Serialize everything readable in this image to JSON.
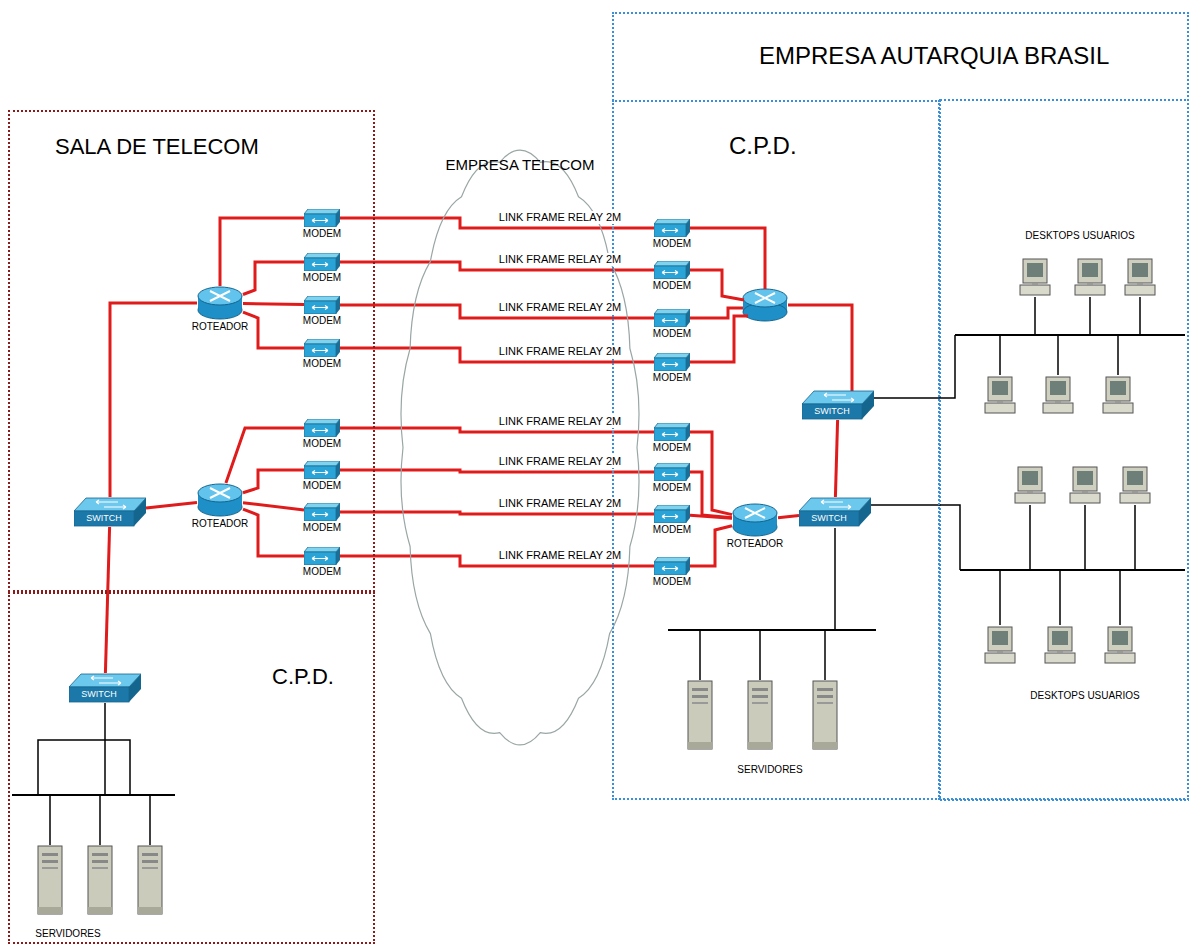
{
  "diagram": {
    "nodes": [
      {
        "text": [
          "SALA DE TELECOM"
        ]
      },
      {
        "text": [
          "C.P.D."
        ]
      },
      {
        "text": [
          "EMPRESA TELECOM"
        ]
      },
      {
        "text": [
          "EMPRESA AUTARQUIA BRASIL"
        ]
      },
      {
        "text": [
          "C.P.D."
        ],
        "in": 3
      },
      {
        "text": [
          "SWITCH"
        ],
        "in": 0
      },
      {
        "text": [
          "ROTEADOR"
        ],
        "in": 0
      },
      {
        "text": [
          "ROTEADOR"
        ],
        "in": 0
      },
      {
        "text": [
          "MODEM"
        ],
        "in": 0
      },
      {
        "text": [
          "MODEM"
        ],
        "in": 0
      },
      {
        "text": [
          "MODEM"
        ],
        "in": 0
      },
      {
        "text": [
          "MODEM"
        ],
        "in": 0
      },
      {
        "text": [
          "MODEM"
        ],
        "in": 0
      },
      {
        "text": [
          "MODEM"
        ],
        "in": 0
      },
      {
        "text": [
          "MODEM"
        ],
        "in": 0
      },
      {
        "text": [
          "MODEM"
        ],
        "in": 0
      },
      {
        "text": [
          "SWITCH"
        ],
        "in": 1
      },
      {
        "text": [
          "MODEM"
        ],
        "in": 4
      },
      {
        "text": [
          "MODEM"
        ],
        "in": 4
      },
      {
        "text": [
          "MODEM"
        ],
        "in": 4
      },
      {
        "text": [
          "MODEM"
        ],
        "in": 4
      },
      {
        "text": [
          "MODEM"
        ],
        "in": 4
      },
      {
        "text": [
          "MODEM"
        ],
        "in": 4
      },
      {
        "text": [
          "MODEM"
        ],
        "in": 4
      },
      {
        "text": [
          "MODEM"
        ],
        "in": 4
      },
      {
        "text": [
          "ROTEADOR"
        ],
        "in": 4
      },
      {
        "text": [
          "SWITCH"
        ],
        "in": 4
      },
      {
        "text": [
          "SWITCH"
        ],
        "in": 4
      }
    ],
    "edges": [
      {
        "from": 5,
        "to": 6,
        "arrow": "none"
      },
      {
        "from": 5,
        "to": 7,
        "arrow": "none"
      },
      {
        "from": 5,
        "to": 16,
        "arrow": "none"
      },
      {
        "from": 6,
        "to": 8,
        "arrow": "none"
      },
      {
        "from": 6,
        "to": 9,
        "arrow": "none"
      },
      {
        "from": 6,
        "to": 10,
        "arrow": "none"
      },
      {
        "from": 6,
        "to": 11,
        "arrow": "none"
      },
      {
        "from": 7,
        "to": 12,
        "arrow": "none"
      },
      {
        "from": 7,
        "to": 13,
        "arrow": "none"
      },
      {
        "from": 7,
        "to": 14,
        "arrow": "none"
      },
      {
        "from": 7,
        "to": 15,
        "arrow": "none"
      },
      {
        "from": 8,
        "to": 17,
        "label": "LINK FRAME RELAY 2M",
        "arrow": "none"
      },
      {
        "from": 9,
        "to": 18,
        "label": "LINK FRAME RELAY 2M",
        "arrow": "none"
      },
      {
        "from": 10,
        "to": 19,
        "label": "LINK FRAME RELAY 2M",
        "arrow": "none"
      },
      {
        "from": 11,
        "to": 20,
        "label": "LINK FRAME RELAY 2M",
        "arrow": "none"
      },
      {
        "from": 12,
        "to": 21,
        "label": "LINK FRAME RELAY 2M",
        "arrow": "none"
      },
      {
        "from": 13,
        "to": 22,
        "label": "LINK FRAME RELAY 2M",
        "arrow": "none"
      },
      {
        "from": 14,
        "to": 23,
        "label": "LINK FRAME RELAY 2M",
        "arrow": "none"
      },
      {
        "from": 15,
        "to": 24,
        "label": "LINK FRAME RELAY 2M",
        "arrow": "none"
      },
      {
        "from": 21,
        "to": 25,
        "arrow": "none"
      },
      {
        "from": 22,
        "to": 25,
        "arrow": "none"
      },
      {
        "from": 23,
        "to": 25,
        "arrow": "none"
      },
      {
        "from": 24,
        "to": 25,
        "arrow": "none"
      },
      {
        "from": 25,
        "to": 27,
        "arrow": "none"
      },
      {
        "from": 26,
        "to": 27,
        "arrow": "none"
      }
    ],
    "labels": [
      "SERVIDORES",
      "SERVIDORES",
      "DESKTOPS USUARIOS",
      "DESKTOPS USUARIOS"
    ]
  }
}
